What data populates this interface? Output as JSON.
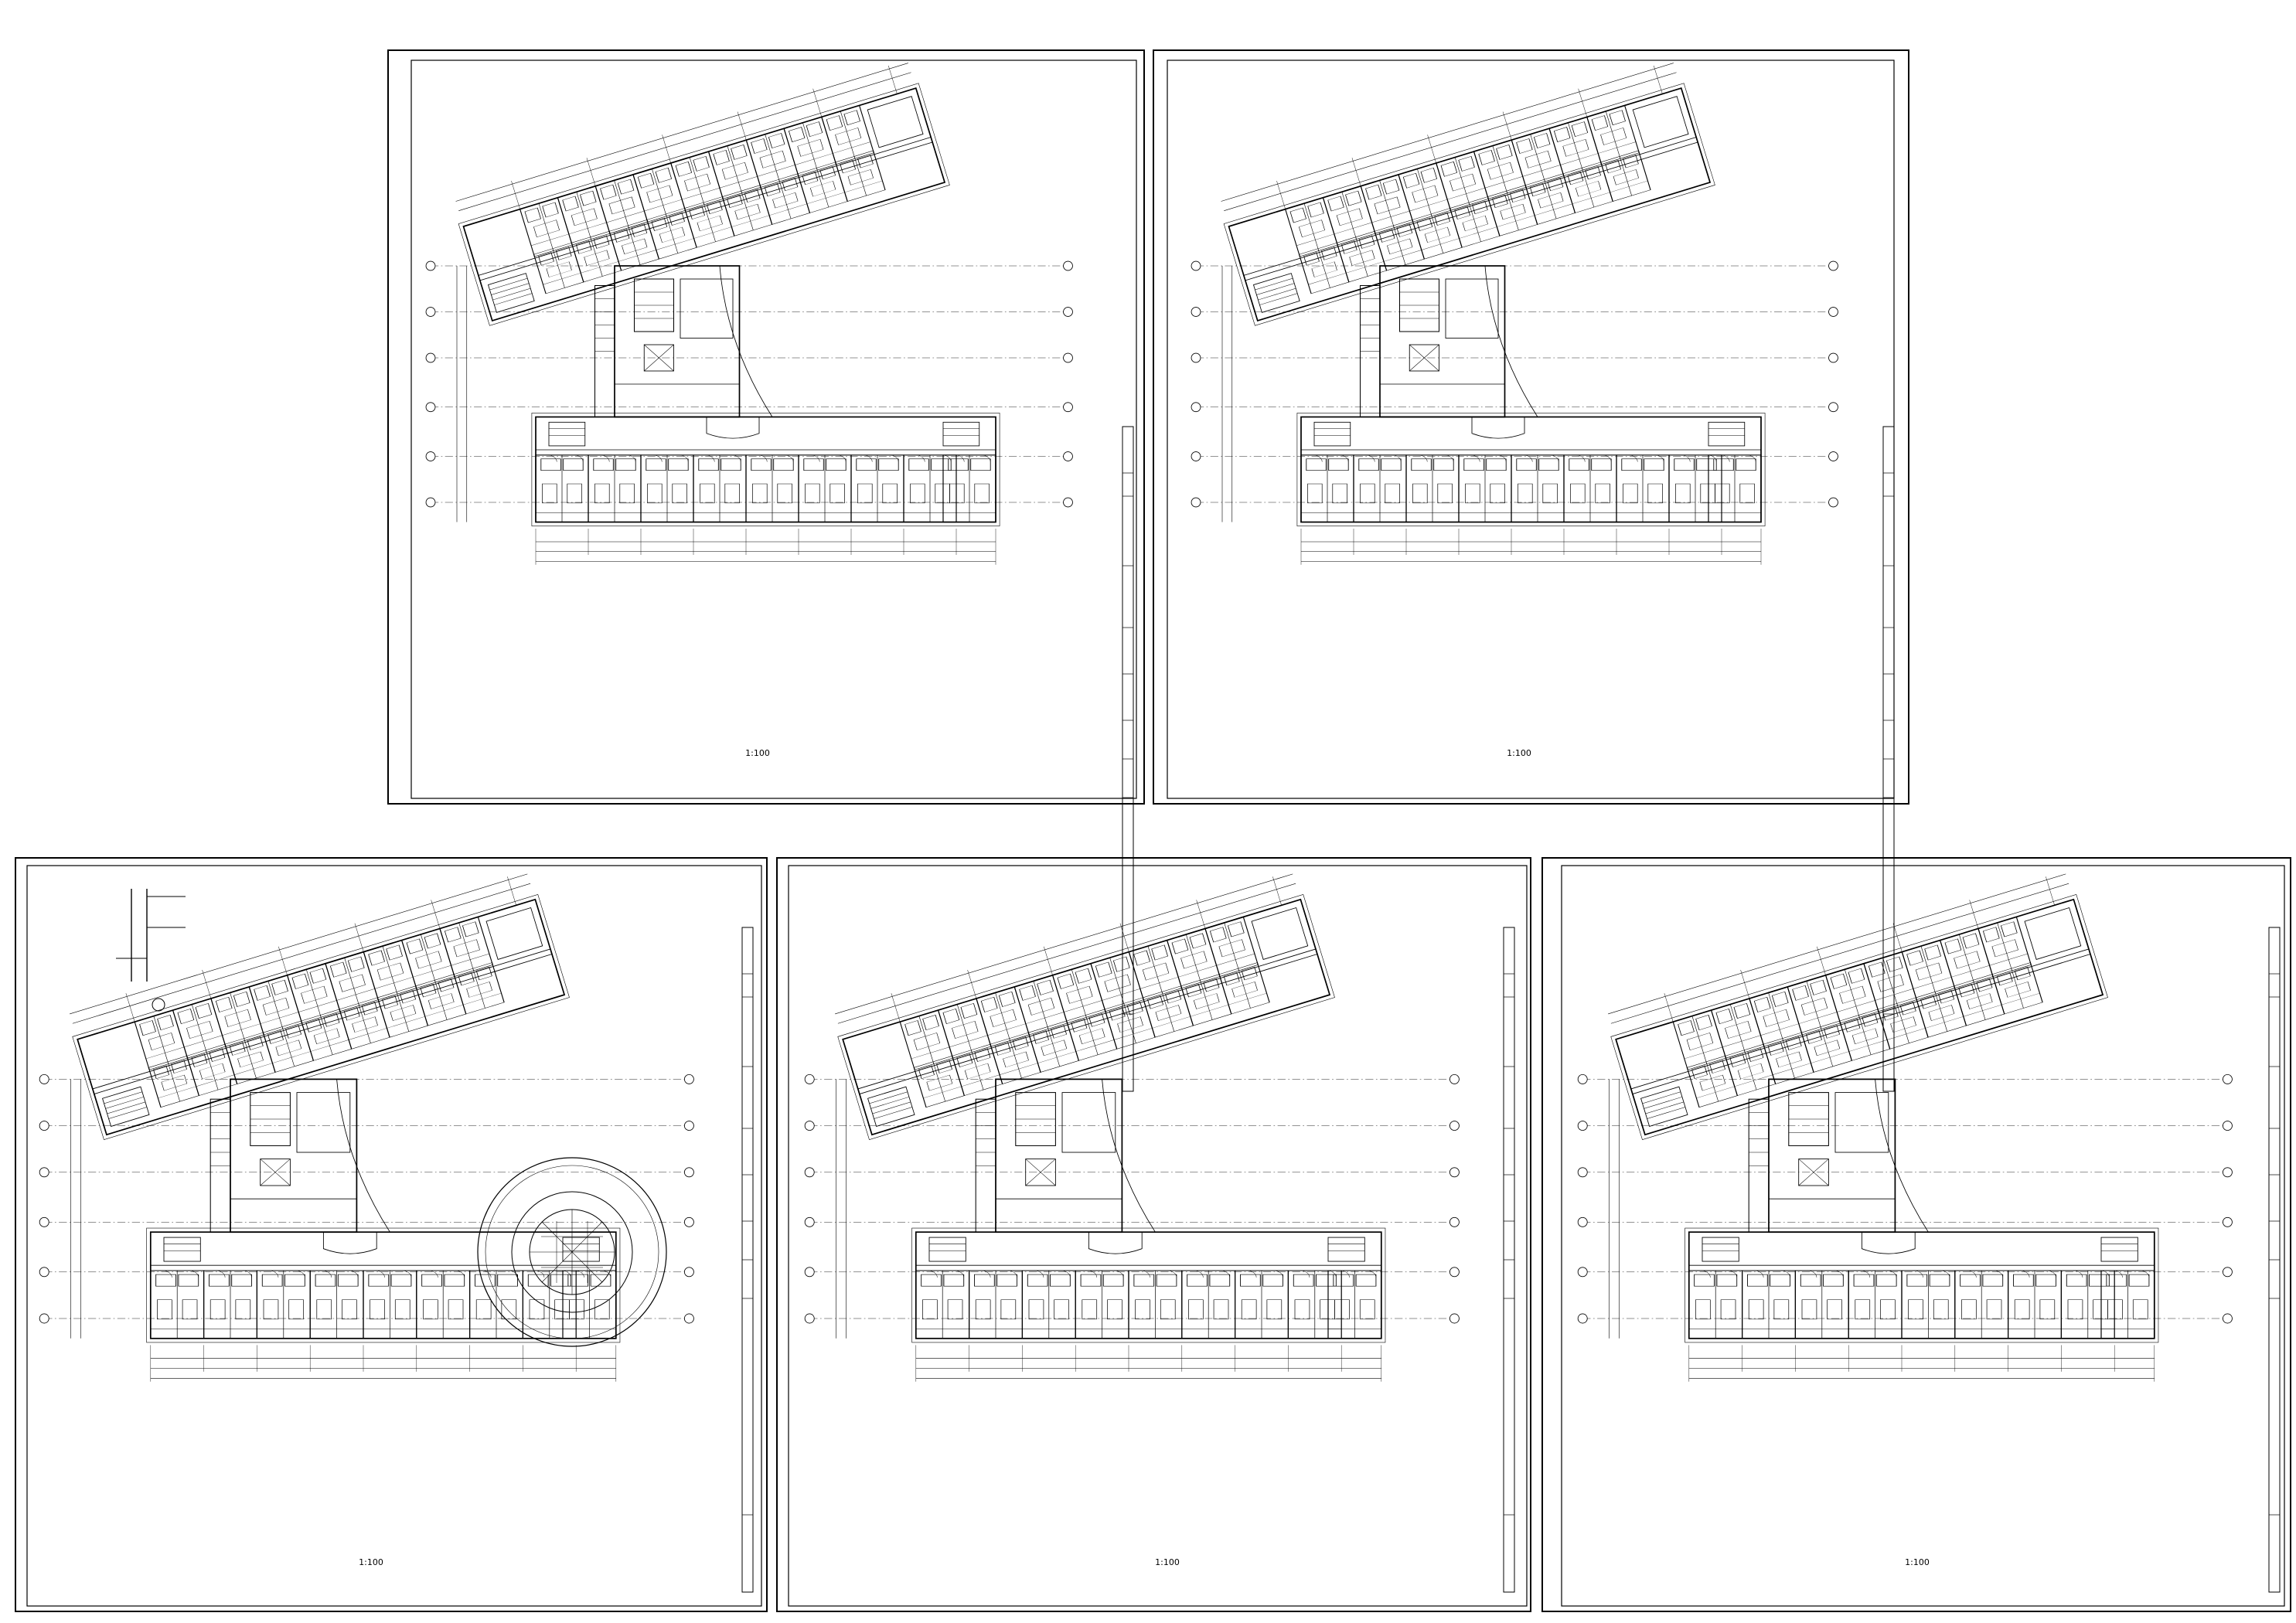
{
  "sheets": [
    {
      "id": "sheet-1",
      "scale": "1:100",
      "caption": ""
    },
    {
      "id": "sheet-2",
      "scale": "1:100",
      "caption": ""
    },
    {
      "id": "sheet-3",
      "scale": "1:100",
      "caption": ""
    },
    {
      "id": "sheet-4",
      "scale": "1:100",
      "caption": ""
    },
    {
      "id": "sheet-5",
      "scale": "1:100",
      "caption": ""
    }
  ]
}
